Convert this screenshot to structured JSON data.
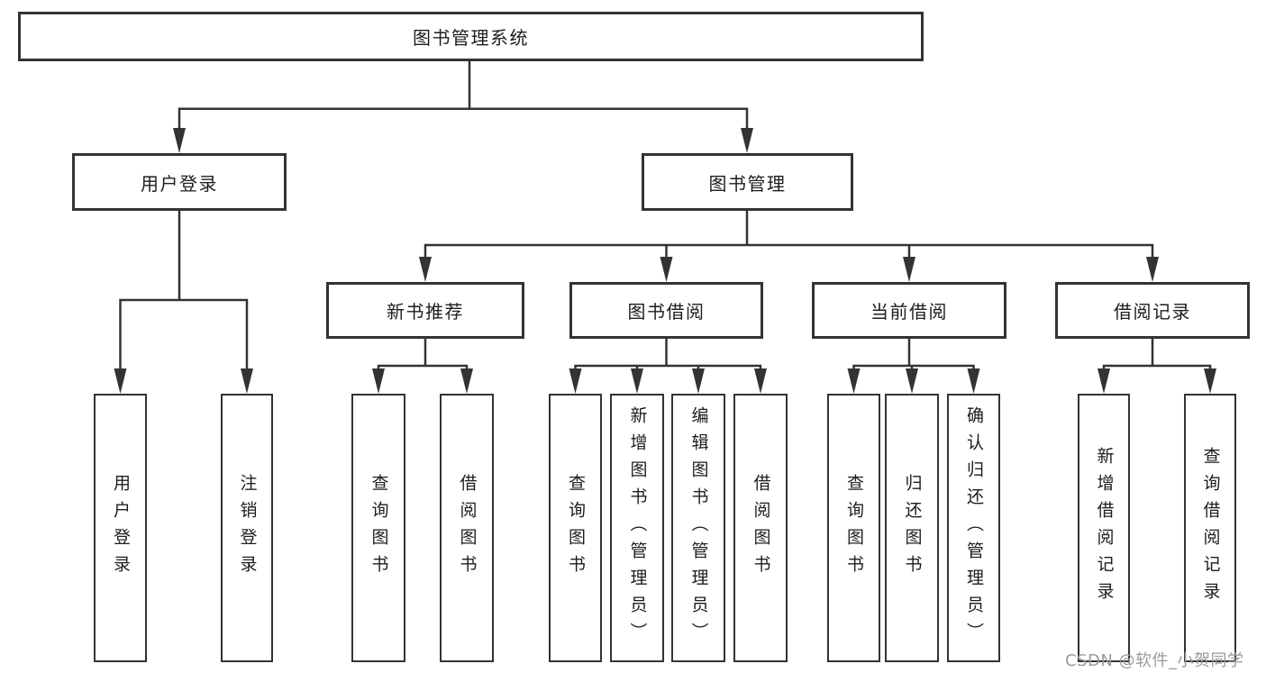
{
  "colors": {
    "background": "#ffffff",
    "line": "#333333",
    "text": "#1d1d1d",
    "watermark": "#9a9a9a"
  },
  "watermark": {
    "text": "CSDN @软件_小贺同学"
  },
  "tree": {
    "root": {
      "label": "图书管理系统"
    },
    "children": [
      {
        "label": "用户登录",
        "children": [
          {
            "label": "用户登录"
          },
          {
            "label": "注销登录"
          }
        ]
      },
      {
        "label": "图书管理",
        "children": [
          {
            "label": "新书推荐",
            "children": [
              {
                "label": "查询图书"
              },
              {
                "label": "借阅图书"
              }
            ]
          },
          {
            "label": "图书借阅",
            "children": [
              {
                "label": "查询图书"
              },
              {
                "label": "新增图书（管理员）"
              },
              {
                "label": "编辑图书（管理员）"
              },
              {
                "label": "借阅图书"
              }
            ]
          },
          {
            "label": "当前借阅",
            "children": [
              {
                "label": "查询图书"
              },
              {
                "label": "归还图书"
              },
              {
                "label": "确认归还（管理员）"
              }
            ]
          },
          {
            "label": "借阅记录",
            "children": [
              {
                "label": "新增借阅记录"
              },
              {
                "label": "查询借阅记录"
              }
            ]
          }
        ]
      }
    ]
  }
}
